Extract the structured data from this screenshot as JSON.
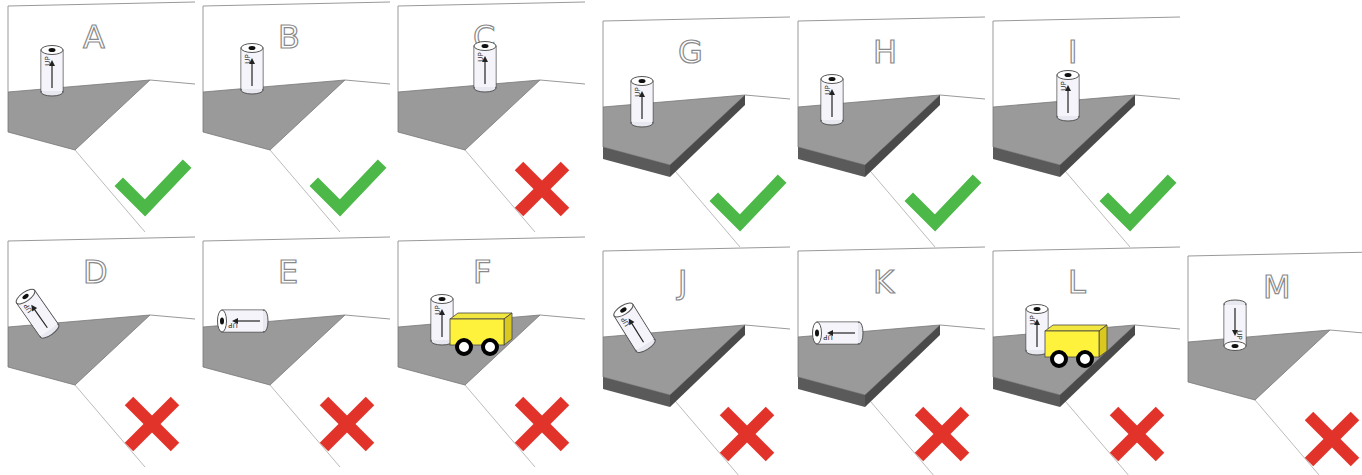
{
  "diagram": {
    "nodes": [
      {
        "text": [
          "A"
        ]
      },
      {
        "text": [
          "B"
        ]
      },
      {
        "text": [
          "C"
        ]
      },
      {
        "text": [
          "G"
        ]
      },
      {
        "text": [
          "H"
        ]
      },
      {
        "text": [
          "I"
        ]
      },
      {
        "text": [
          "D"
        ]
      },
      {
        "text": [
          "E"
        ]
      },
      {
        "text": [
          "F"
        ]
      },
      {
        "text": [
          "J"
        ]
      },
      {
        "text": [
          "K"
        ]
      },
      {
        "text": [
          "L"
        ]
      },
      {
        "text": [
          "M"
        ]
      }
    ],
    "labels": [
      "UP",
      "UP",
      "UP",
      "UP",
      "UP",
      "UP",
      "UP",
      "UP",
      "UP",
      "UP",
      "UP",
      "UP",
      "UP"
    ]
  }
}
